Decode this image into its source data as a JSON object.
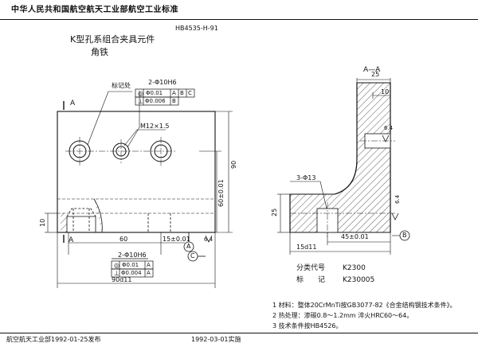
{
  "header": {
    "standard_title": "中华人民共和国航空航天工业部航空工业标准",
    "standard_code": "HB4535-H-91",
    "part_title": "K型孔系组合夹具元件",
    "part_name": "角铁"
  },
  "front_view": {
    "section_mark_top": "A",
    "section_mark_bottom": "A",
    "leader_label": "标记处",
    "tol_top_hole": "2-Φ10H6",
    "fcf_top_1": [
      "Φ0.01",
      "A",
      "B",
      "C"
    ],
    "fcf_top_2": [
      "Φ0.006",
      "B"
    ],
    "thread": "M12×1.5",
    "dim_90": "90",
    "dim_60": "60±0.01",
    "dim_10": "10",
    "dim_60_bottom": "60",
    "dim_15": "15±0.01",
    "datum_c": "C",
    "datum_a": "A",
    "rough_64": "6.4",
    "tol_bottom_hole": "2-Φ10H6",
    "fcf_bottom_1": [
      "Φ0.01",
      "A"
    ],
    "fcf_bottom_2": [
      "Φ0.004",
      "A"
    ],
    "dim_90_bottom": "90d11"
  },
  "section_view": {
    "title": "A—A",
    "dim_25_top": "25",
    "dim_10_top": "10",
    "dim_3_phi": "3-Φ13",
    "dim_25_left": "25",
    "dim_15d11": "15d11",
    "dim_45": "45±0.01",
    "datum_b": "B",
    "rough_64_a": "6.4",
    "rough_64_b": "6.4"
  },
  "classification": {
    "code_label": "分类代号",
    "code_value": "K2300",
    "mark_label": "标　　记",
    "mark_value": "K230005"
  },
  "notes": [
    "1  材料：整体20CrMnTi按GB3077-82《合金结构钢技术条件》。",
    "2  热处理：渗碳0.8～1.2mm  淬火HRC60～64。",
    "3  技术条件按HB4526。"
  ],
  "footer": {
    "issuer": "航空航天工业部1992-01-25发布",
    "effective": "1992-03-01实施"
  }
}
